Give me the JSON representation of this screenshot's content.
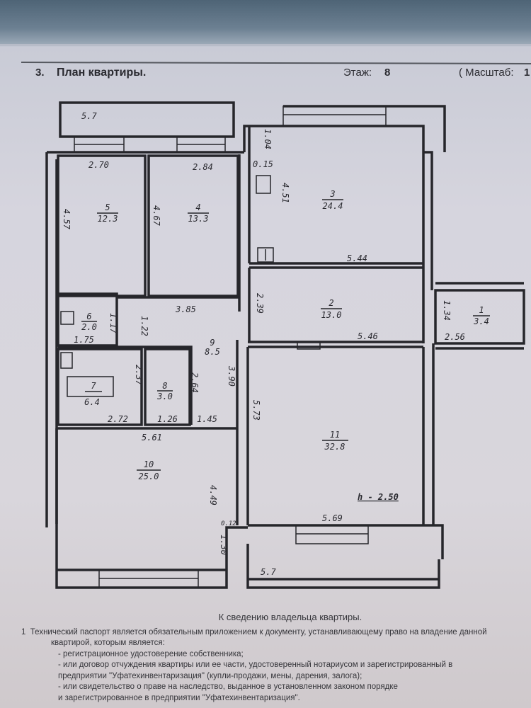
{
  "header": {
    "section": "3.",
    "title": "План квартиры.",
    "floor_label": "Этаж:",
    "floor_value": "8",
    "scale_label": "( Масштаб:",
    "scale_value": "1"
  },
  "rooms": [
    {
      "number": "1",
      "area": "3.4"
    },
    {
      "number": "2",
      "area": "13.0"
    },
    {
      "number": "3",
      "area": "24.4"
    },
    {
      "number": "4",
      "area": "13.3"
    },
    {
      "number": "5",
      "area": "12.3"
    },
    {
      "number": "6",
      "area": "2.0"
    },
    {
      "number": "7",
      "area": "6.4"
    },
    {
      "number": "8",
      "area": "3.0"
    },
    {
      "number": "9",
      "area": "8.5"
    },
    {
      "number": "10",
      "area": "25.0"
    },
    {
      "number": "11",
      "area": "32.8"
    }
  ],
  "dimensions": {
    "balcony_top": "5.7",
    "r5_width": "2.70",
    "r4_width": "2.84",
    "r3_offset": "0.15",
    "r3_nook": "1.04",
    "r5_height": "4.57",
    "r4_height": "4.67",
    "r3_height": "4.51",
    "r3_width": "5.44",
    "r2_height": "2.39",
    "r2_width": "5.46",
    "r1_height": "1.34",
    "r1_width": "2.56",
    "corridor_width": "3.85",
    "r6_height": "1.17",
    "corridor_h": "1.22",
    "r6_width": "1.75",
    "r7_height": "2.37",
    "r8_height": "2.64",
    "r9_height": "3.90",
    "r11_height": "5.73",
    "r7_width": "2.72",
    "r8_width": "1.26",
    "r9_width": "1.45",
    "r10_width": "5.61",
    "r10_height": "4.49",
    "r10_nook": "0.12",
    "r10_nook_h": "1.30",
    "r11_width": "5.69",
    "ceiling": "h - 2.50",
    "balcony_bottom": "5.7"
  },
  "notes": {
    "title": "К сведению владельца квартиры.",
    "item_number": "1",
    "item_text": "Технический паспорт является обязательным приложением к документу, устанавливающему право на владение данной",
    "item_text_cont": "квартирой, которым является:",
    "bullets": [
      "- регистрационное удостоверение собственника;",
      "- или договор отчуждения квартиры или ее части, удостоверенный нотариусом и зарегистрированный в",
      "предприятии \"Уфатехинвентаризация\" (купли-продажи, мены, дарения, залога);",
      "- или свидетельство о праве на наследство, выданное в установленном законом порядке",
      "и зарегистрированное в предприятии \"Уфатехинвентаризация\"."
    ]
  }
}
